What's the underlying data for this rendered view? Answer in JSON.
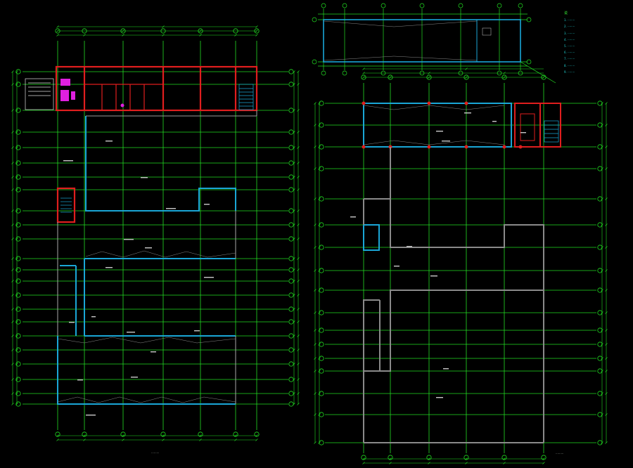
{
  "app": "CAD drawing viewer",
  "colors": {
    "background": "#000000",
    "grid": "#22dd22",
    "wall_blue": "#1aa6d6",
    "wall_red": "#e01e1e",
    "wall_gray": "#8a8a8a",
    "annotation": "#cccccc",
    "notes_text": "#21d4d4",
    "magenta": "#e020e0"
  },
  "notes": {
    "title": "说",
    "lines": [
      "1. ········",
      "2. ········",
      "3. ········",
      "4. ········",
      "5. ········",
      "6. ········",
      "7. ········",
      "8. ········",
      "9. ········"
    ]
  },
  "sheets": [
    {
      "title": "·········"
    },
    {
      "title": "·········"
    }
  ]
}
